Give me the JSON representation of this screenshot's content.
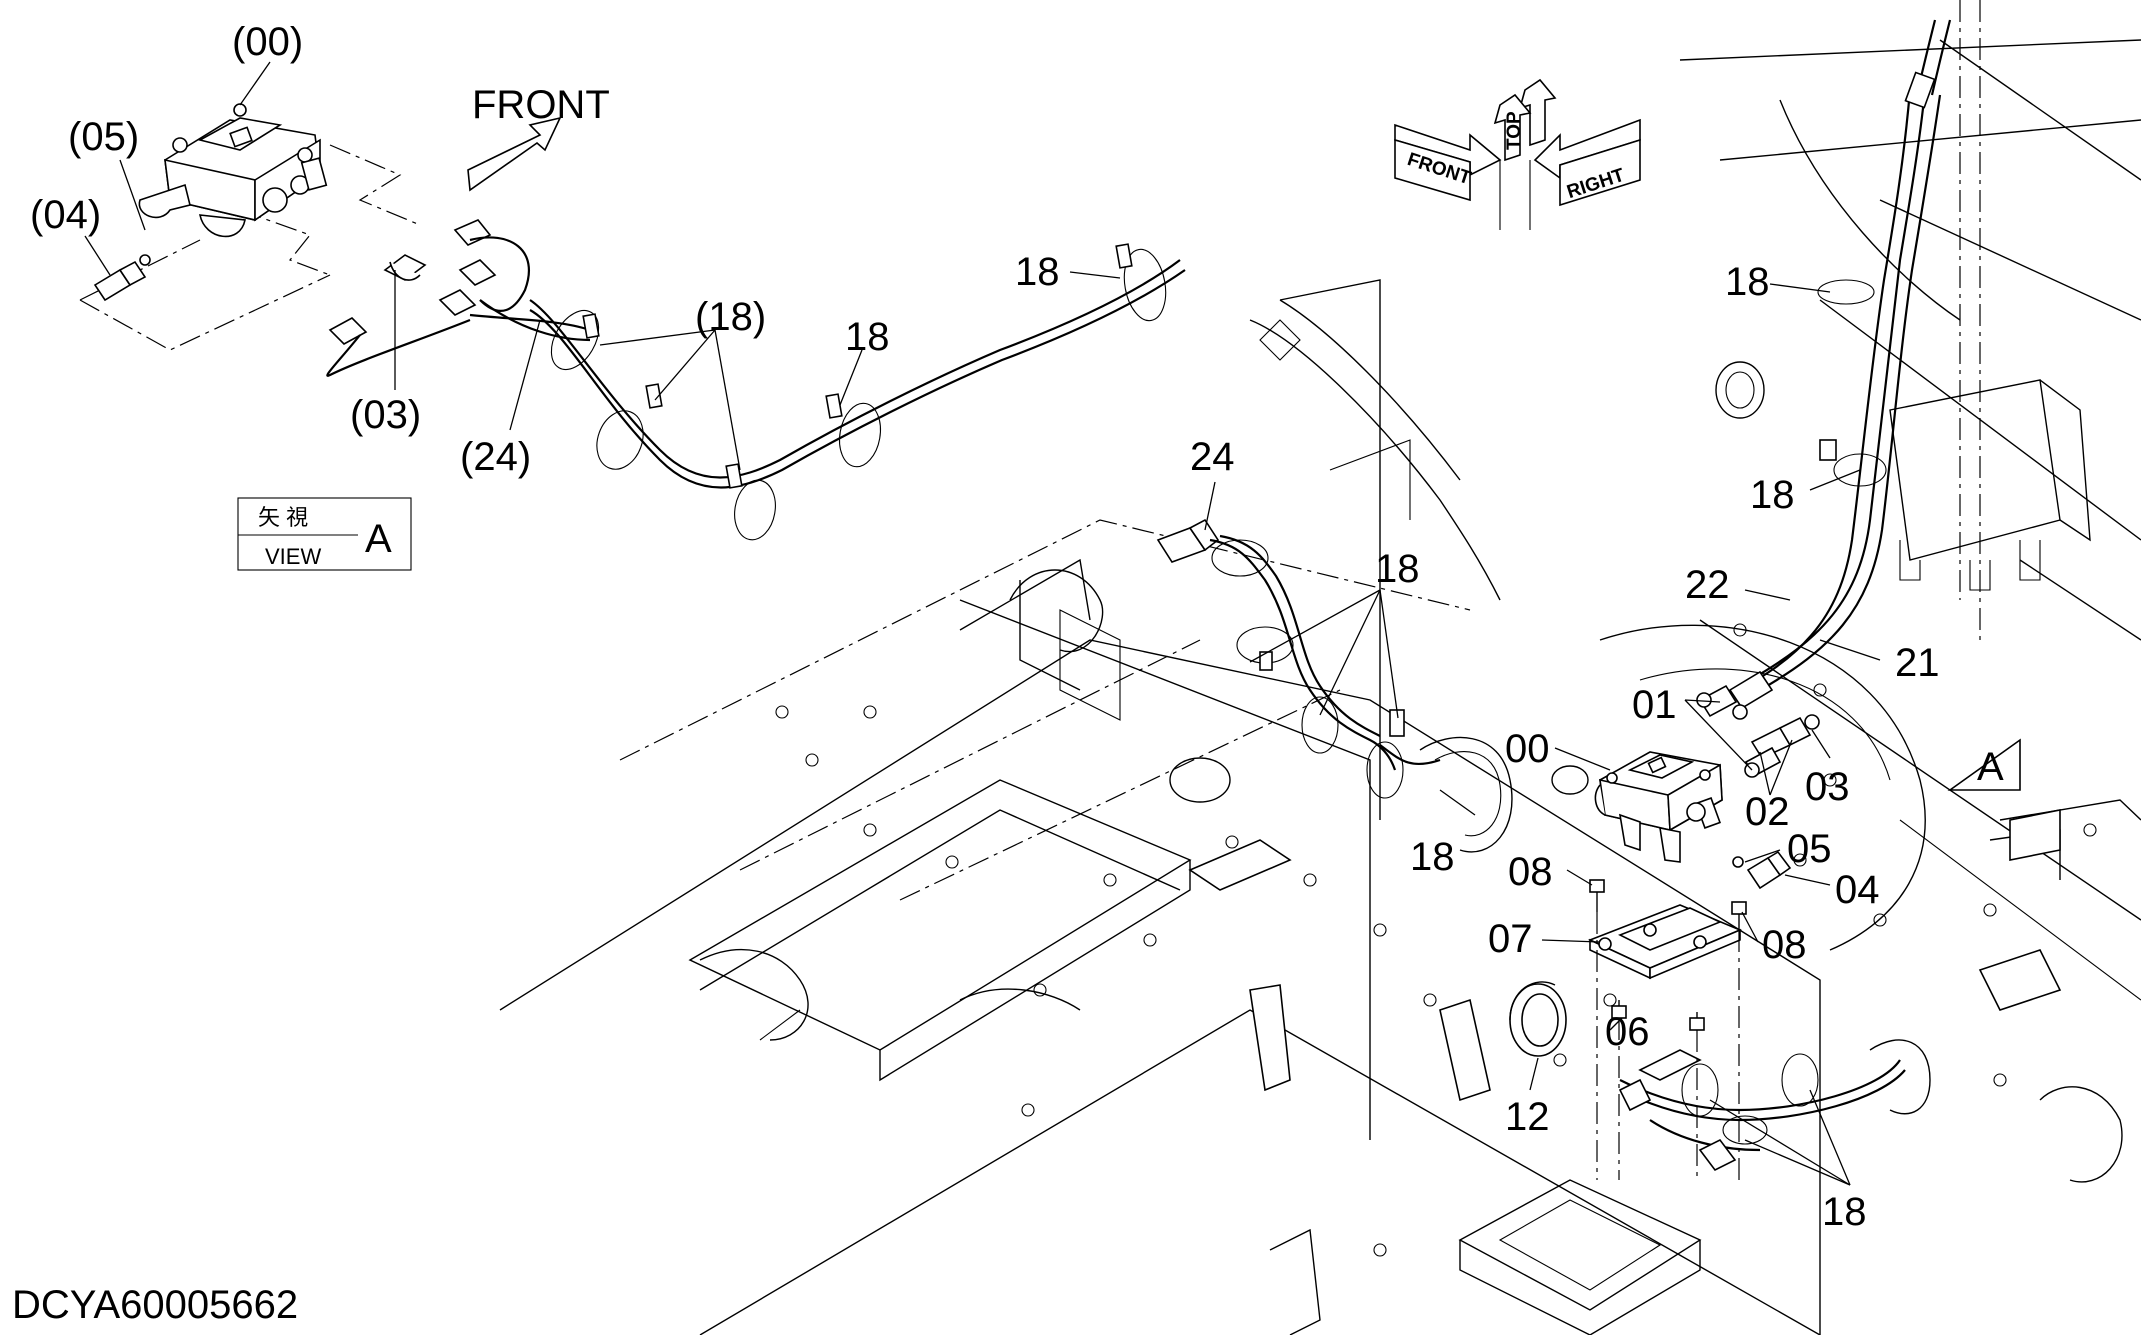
{
  "drawing_id": "DCYA60005662",
  "front_arrow_label": "FRONT",
  "view_box": {
    "kanji": "矢 視",
    "english": "VIEW",
    "letter": "A"
  },
  "view_marker_letter": "A",
  "orientation": {
    "top": "TOP",
    "front": "FRONT",
    "right": "RIGHT"
  },
  "labels_inset": {
    "l00": "(00)",
    "l05": "(05)",
    "l04": "(04)",
    "l03": "(03)",
    "l24": "(24)",
    "l18g": "(18)",
    "l18a": "18",
    "l18b": "18"
  },
  "labels_main": {
    "l24": "24",
    "l18top": "18",
    "l18up1": "18",
    "l18up2": "18",
    "l22": "22",
    "l21": "21",
    "l01": "01",
    "l00": "00",
    "l02": "02",
    "l03": "03",
    "l05": "05",
    "l04": "04",
    "l08a": "08",
    "l08b": "08",
    "l07": "07",
    "l06": "06",
    "l12": "12",
    "l18mid": "18",
    "l18bot": "18"
  }
}
